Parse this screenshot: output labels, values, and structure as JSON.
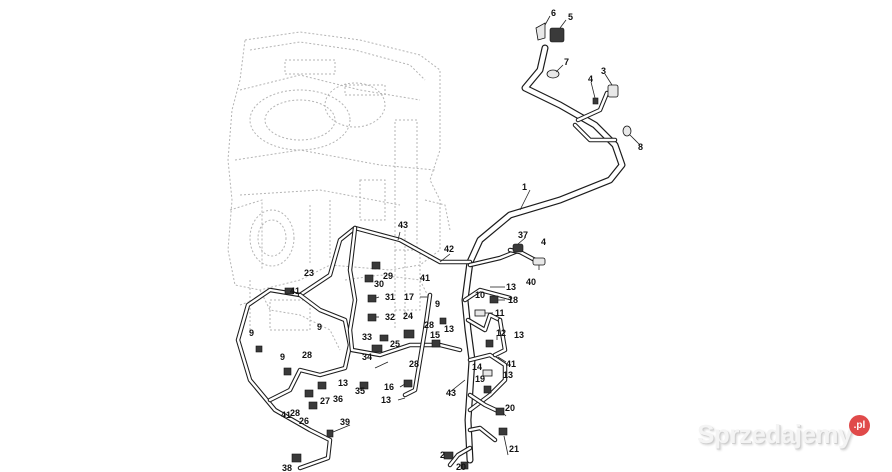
{
  "diagram": {
    "title": "Wiring harness exploded parts diagram",
    "background_part": "transmission housing (dashed outline)",
    "main_harness_label": "1",
    "callouts": [
      {
        "id": "c1",
        "label": "1"
      },
      {
        "id": "c2",
        "label": "2"
      },
      {
        "id": "c3",
        "label": "3"
      },
      {
        "id": "c4a",
        "label": "4"
      },
      {
        "id": "c4b",
        "label": "4"
      },
      {
        "id": "c5",
        "label": "5"
      },
      {
        "id": "c6",
        "label": "6"
      },
      {
        "id": "c7",
        "label": "7"
      },
      {
        "id": "c8",
        "label": "8"
      },
      {
        "id": "c9a",
        "label": "9"
      },
      {
        "id": "c9b",
        "label": "9"
      },
      {
        "id": "c9c",
        "label": "9"
      },
      {
        "id": "c9d",
        "label": "9"
      },
      {
        "id": "c10",
        "label": "10"
      },
      {
        "id": "c11",
        "label": "11"
      },
      {
        "id": "c12",
        "label": "12"
      },
      {
        "id": "c13a",
        "label": "13"
      },
      {
        "id": "c13b",
        "label": "13"
      },
      {
        "id": "c13c",
        "label": "13"
      },
      {
        "id": "c13d",
        "label": "13"
      },
      {
        "id": "c13e",
        "label": "13"
      },
      {
        "id": "c13f",
        "label": "13"
      },
      {
        "id": "c14",
        "label": "14"
      },
      {
        "id": "c15",
        "label": "15"
      },
      {
        "id": "c16",
        "label": "16"
      },
      {
        "id": "c17",
        "label": "17"
      },
      {
        "id": "c18",
        "label": "18"
      },
      {
        "id": "c19",
        "label": "19"
      },
      {
        "id": "c20a",
        "label": "20"
      },
      {
        "id": "c20b",
        "label": "20"
      },
      {
        "id": "c21",
        "label": "21"
      },
      {
        "id": "c23",
        "label": "23"
      },
      {
        "id": "c24",
        "label": "24"
      },
      {
        "id": "c25",
        "label": "25"
      },
      {
        "id": "c26",
        "label": "26"
      },
      {
        "id": "c27",
        "label": "27"
      },
      {
        "id": "c28a",
        "label": "28"
      },
      {
        "id": "c28b",
        "label": "28"
      },
      {
        "id": "c28c",
        "label": "28"
      },
      {
        "id": "c28d",
        "label": "28"
      },
      {
        "id": "c29",
        "label": "29"
      },
      {
        "id": "c30",
        "label": "30"
      },
      {
        "id": "c31",
        "label": "31"
      },
      {
        "id": "c32",
        "label": "32"
      },
      {
        "id": "c33",
        "label": "33"
      },
      {
        "id": "c34",
        "label": "34"
      },
      {
        "id": "c35",
        "label": "35"
      },
      {
        "id": "c36",
        "label": "36"
      },
      {
        "id": "c37",
        "label": "37"
      },
      {
        "id": "c38",
        "label": "38"
      },
      {
        "id": "c39",
        "label": "39"
      },
      {
        "id": "c40",
        "label": "40"
      },
      {
        "id": "c41a",
        "label": "41"
      },
      {
        "id": "c41b",
        "label": "41"
      },
      {
        "id": "c41c",
        "label": "41"
      },
      {
        "id": "c41d",
        "label": "41"
      },
      {
        "id": "c42",
        "label": "42"
      },
      {
        "id": "c43a",
        "label": "43"
      },
      {
        "id": "c43b",
        "label": "43"
      }
    ]
  },
  "watermark": {
    "text": "Sprzedajemy",
    "badge": ".pl",
    "badge_color": "#e04a4a"
  }
}
